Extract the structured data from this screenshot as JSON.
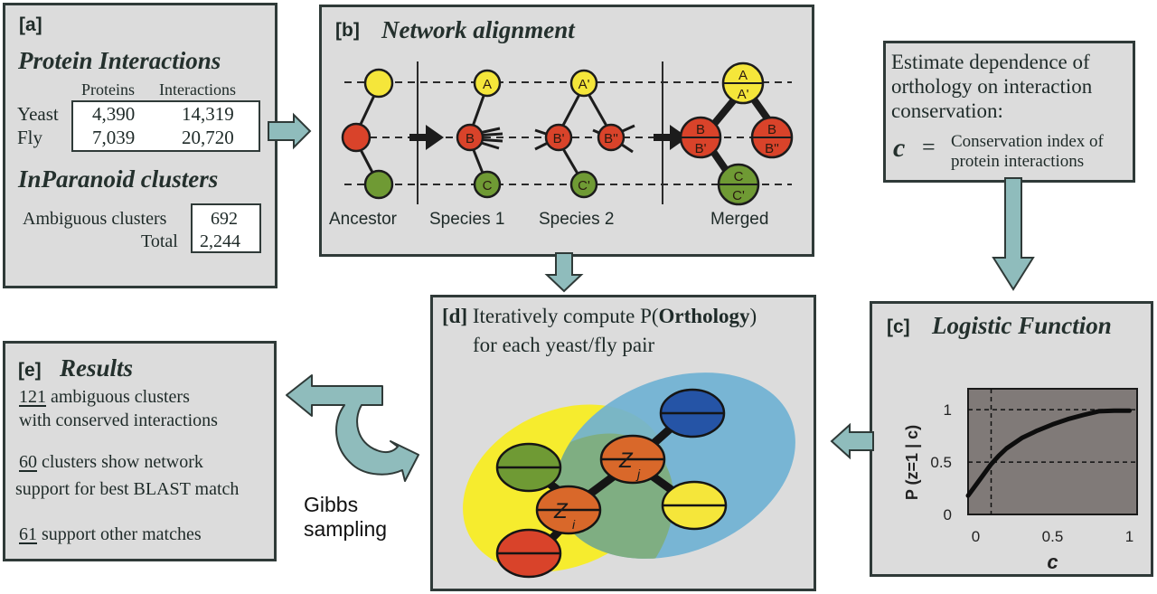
{
  "colors": {
    "panel_bg": "#dcdcdc",
    "border": "#2f3a38",
    "arrow_fill": "#8fbcbc",
    "node_yellow": "#f5e63a",
    "node_red": "#d9432a",
    "node_green": "#6f9a34",
    "node_orange": "#d9682a",
    "node_blue": "#2554a6",
    "ellipse_yellow": "#f6ec2e",
    "ellipse_blue": "#6fb1d3",
    "plot_bg": "#807a78"
  },
  "panel_a": {
    "tag": "[a]",
    "title": "Protein Interactions",
    "col_headers": [
      "Proteins",
      "Interactions"
    ],
    "rows": [
      {
        "label": "Yeast",
        "proteins": "4,390",
        "interactions": "14,319"
      },
      {
        "label": "Fly",
        "proteins": "7,039",
        "interactions": "20,720"
      }
    ],
    "subtitle": "InParanoid clusters",
    "clusters": [
      {
        "label": "Ambiguous clusters",
        "value": "692"
      },
      {
        "label": "Total",
        "value": "2,244"
      }
    ]
  },
  "panel_b": {
    "tag": "[b]",
    "title": "Network alignment",
    "column_labels": [
      "Ancestor",
      "Species 1",
      "Species 2",
      "Merged"
    ],
    "species1_nodes": [
      "A",
      "B",
      "C"
    ],
    "species2_nodes": [
      "A'",
      "B'",
      "B''",
      "C'"
    ],
    "merged_nodes": [
      {
        "top": "A",
        "bottom": "A'"
      },
      {
        "top": "B",
        "bottom": "B'"
      },
      {
        "top": "B",
        "bottom": "B''"
      },
      {
        "top": "C",
        "bottom": "C'"
      }
    ]
  },
  "estimate_box": {
    "lines": [
      "Estimate dependence of",
      "orthology on interaction",
      "conservation:"
    ],
    "var": "c",
    "equals": "=",
    "definition": [
      "Conservation index of",
      "protein interactions"
    ]
  },
  "panel_c": {
    "tag": "[c]",
    "title": "Logistic Function"
  },
  "chart_data": {
    "type": "line",
    "title": "Logistic Function",
    "xlabel": "c",
    "ylabel": "P (z=1 | c)",
    "x_ticks": [
      "0",
      "0.5",
      "1"
    ],
    "y_ticks": [
      "0",
      "0.5",
      "1"
    ],
    "xlim": [
      -0.05,
      1.05
    ],
    "ylim": [
      0,
      1.2
    ],
    "grid_h": [
      0.5,
      1
    ],
    "grid_v": [
      0.1
    ],
    "series": [
      {
        "name": "logistic",
        "x": [
          -0.05,
          0.0,
          0.05,
          0.1,
          0.15,
          0.2,
          0.3,
          0.4,
          0.5,
          0.6,
          0.7,
          0.8,
          0.9,
          1.0
        ],
        "y": [
          0.18,
          0.28,
          0.38,
          0.48,
          0.56,
          0.63,
          0.73,
          0.8,
          0.86,
          0.91,
          0.95,
          0.985,
          0.99,
          0.99
        ]
      }
    ]
  },
  "panel_d": {
    "tag": "[d]",
    "title_pre": "Iteratively compute P(",
    "title_bold": "Orthology",
    "title_post": ")",
    "title_line2": "for each yeast/fly pair",
    "node_labels": [
      "Z",
      "i",
      "Z",
      "j"
    ]
  },
  "panel_e": {
    "tag": "[e]",
    "title": "Results",
    "items": [
      {
        "count": "121",
        "text1": " ambiguous clusters",
        "text2": "with conserved interactions"
      },
      {
        "count": "60",
        "text1": " clusters show network",
        "text2": "support for best BLAST match"
      },
      {
        "count": "61",
        "text1": " support other matches",
        "text2": ""
      }
    ]
  },
  "gibbs": {
    "line1": "Gibbs",
    "line2": "sampling"
  }
}
